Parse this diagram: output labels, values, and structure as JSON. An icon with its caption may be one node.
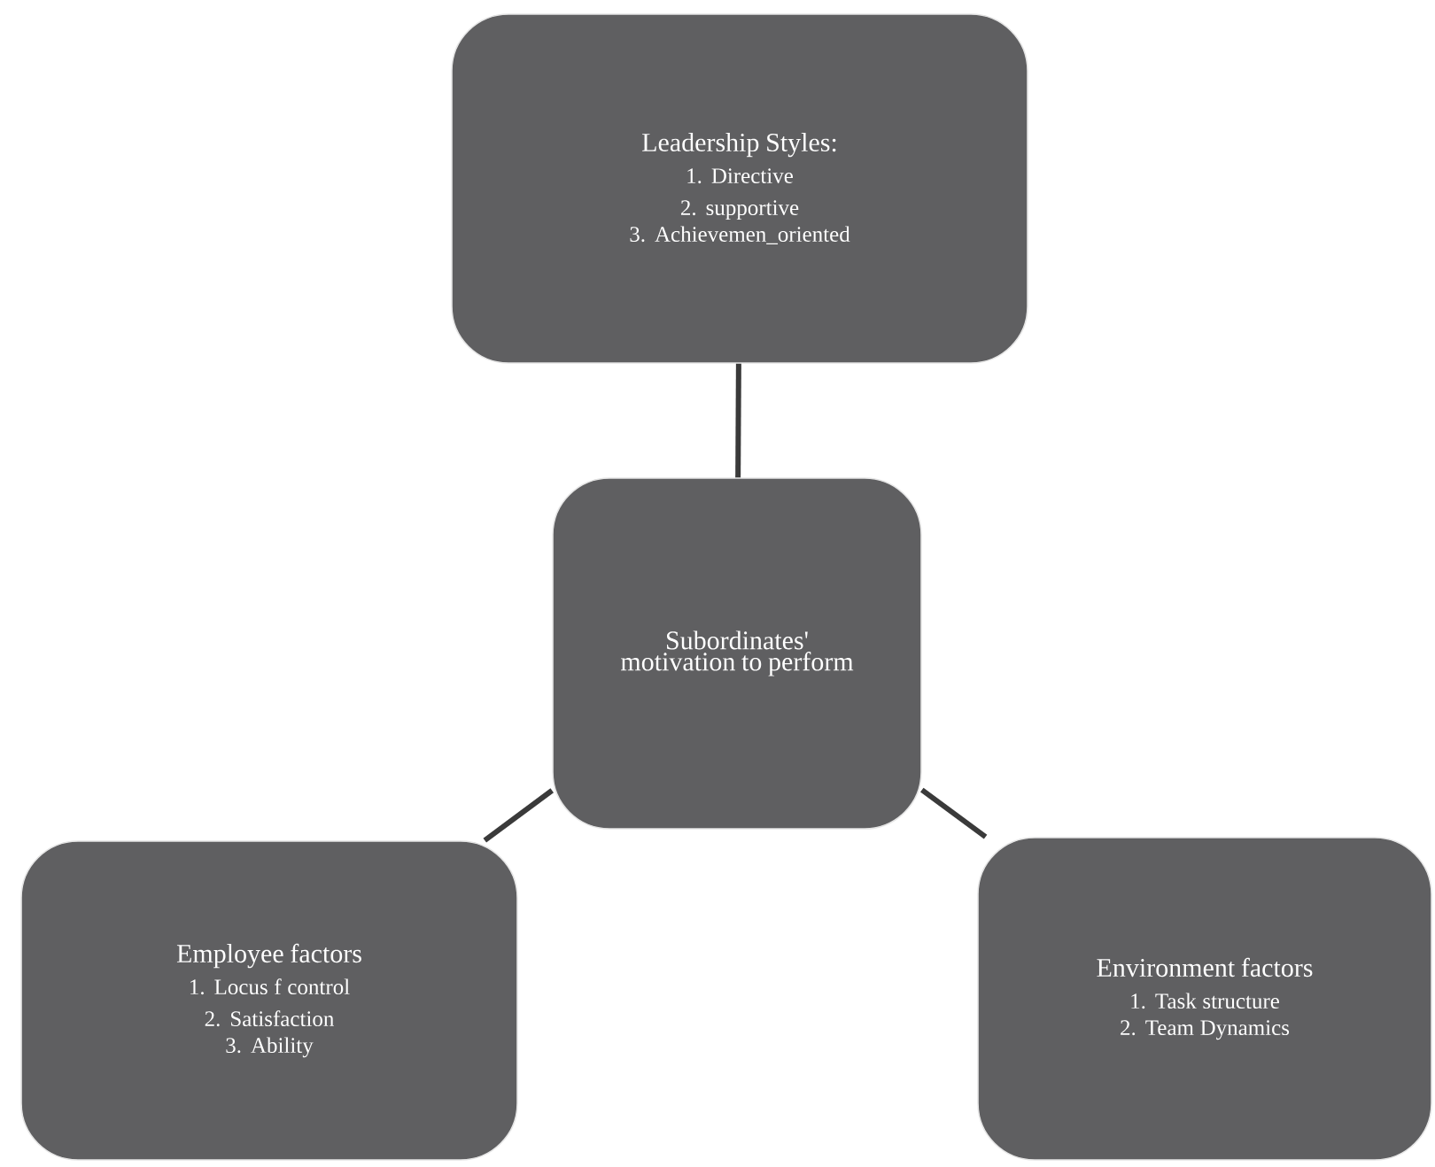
{
  "diagram": {
    "nodes": [
      {
        "text": [
          "Leadership Styles:",
          "1. Directive",
          "2. supportive",
          "3. Achievemen_oriented"
        ]
      },
      {
        "text": [
          "Subordinates' motivation to perform"
        ]
      },
      {
        "text": [
          "Employee factors",
          "1. Locus f control",
          "2. Satisfaction",
          "3. Ability"
        ]
      },
      {
        "text": [
          "Environment factors",
          "1. Task structure",
          "2. Team Dynamics"
        ]
      }
    ],
    "edges": [
      {
        "from": 0,
        "to": 1,
        "arrow": "none"
      },
      {
        "from": 1,
        "to": 2,
        "arrow": "none"
      },
      {
        "from": 1,
        "to": 3,
        "arrow": "none"
      }
    ]
  }
}
